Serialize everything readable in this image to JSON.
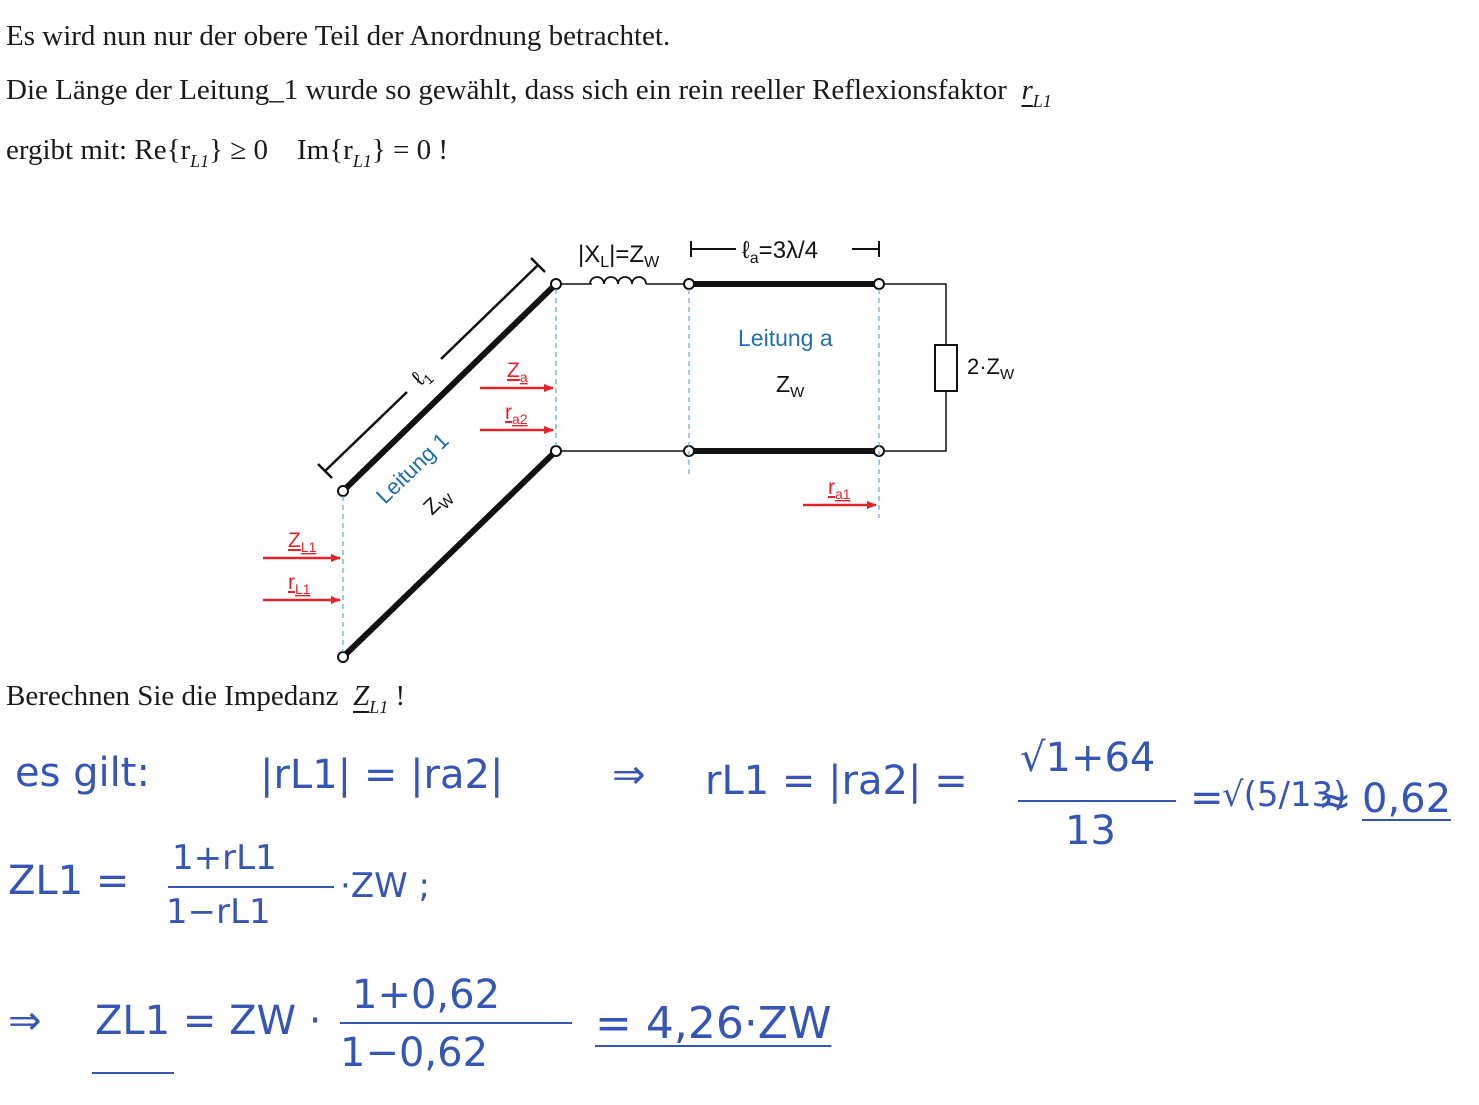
{
  "intro": {
    "line1": "Es wird nun nur der obere Teil der Anordnung betrachtet.",
    "line2_text": "Die Länge der Leitung_1 wurde so gewählt, dass sich ein rein reeller Reflexionsfaktor",
    "line2_symbol": "r",
    "line2_sub": "L1",
    "line3_text": "ergibt mit:",
    "cond_re": "Re{r",
    "cond_re_sub": "L1",
    "cond_re_rest": "} ≥ 0",
    "cond_im": "Im{r",
    "cond_im_sub": "L1",
    "cond_im_rest": "} = 0 !"
  },
  "diagram": {
    "inductor_label": "|X",
    "inductor_label_sub": "L",
    "inductor_label_rest": "|=Z",
    "inductor_label_sub2": "W",
    "length_a_label": "ℓ",
    "length_a_sub": "a",
    "length_a_rest": "=3λ/4",
    "line_a_name": "Leitung a",
    "line_a_impedance": "Z",
    "line_a_impedance_sub": "W",
    "load_label": "2·Z",
    "load_label_sub": "W",
    "length_1_label": "ℓ",
    "length_1_sub": "1",
    "line_1_name": "Leitung 1",
    "line_1_impedance": "Z",
    "line_1_impedance_sub": "W",
    "arrow_za": "Z",
    "arrow_za_sub": "a",
    "arrow_ra2": "r",
    "arrow_ra2_sub": "a2",
    "arrow_ra1": "r",
    "arrow_ra1_sub": "a1",
    "arrow_zl1": "Z",
    "arrow_zl1_sub": "L1",
    "arrow_rl1": "r",
    "arrow_rl1_sub": "L1",
    "colors": {
      "arrow": "#e3232a",
      "label_blue": "#1f6fb3",
      "dashed": "#5aa7d8",
      "ink": "#3556b7"
    }
  },
  "question": {
    "text": "Berechnen Sie die Impedanz",
    "symbol": "Z",
    "sub": "L1",
    "end": "!"
  },
  "handwriting": {
    "line1_prefix": "es gilt:",
    "line1_eq": "|rL1| = |ra2|",
    "line1_implies": "⇒",
    "line1_lhs": "rL1 = |ra2| =",
    "frac1_num": "√1+64",
    "frac1_den": "13",
    "eq_sign": "=",
    "frac2": "√(5/13)",
    "approx": "≈",
    "result1": "0,62",
    "zl1_lhs": "ZL1 =",
    "frac3_num": "1+rL1",
    "frac3_den": "1−rL1",
    "frac3_tail": "·ZW ;",
    "implies2": "⇒",
    "zl1_lhs2": "ZL1 = ZW ·",
    "frac4_num": "1+0,62",
    "frac4_den": "1−0,62",
    "result2": "= 4,26·ZW"
  }
}
